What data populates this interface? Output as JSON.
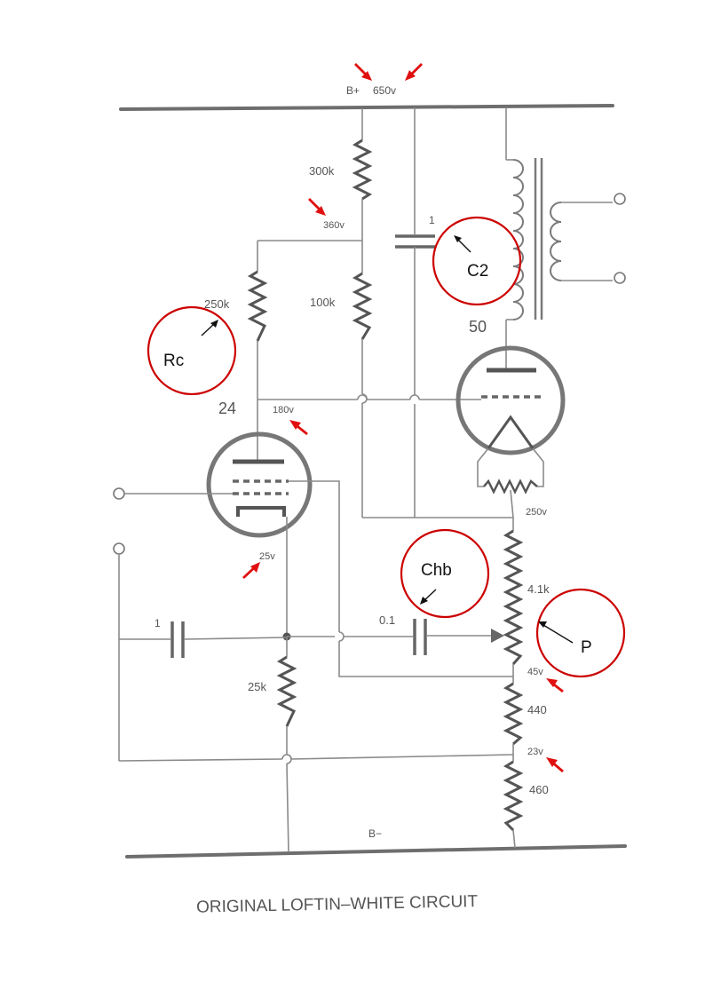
{
  "labels": {
    "supply": "B+",
    "supply_voltage": "650v",
    "ground": "B−",
    "r_300k": "300k",
    "v_360": "360v",
    "r_100k": "100k",
    "r_250k": "250k",
    "cap_1_top": "1",
    "tube_50": "50",
    "tube_24": "24",
    "v_180": "180v",
    "v_250": "250v",
    "v_25": "25v",
    "r_4_1k": "4.1k",
    "v_45": "45v",
    "r_440": "440",
    "v_23": "23v",
    "r_460": "460",
    "r_25k": "25k",
    "cap_1_left": "1",
    "cap_0_1": "0.1",
    "title": "ORIGINAL LOFTIN–WHITE CIRCUIT"
  },
  "annotations": {
    "c2": "C2",
    "rc": "Rc",
    "chb": "Chb",
    "p": "P"
  },
  "colors": {
    "highlight": "#cc0000",
    "arrow": "#e01010",
    "line": "#8a8a8a"
  }
}
